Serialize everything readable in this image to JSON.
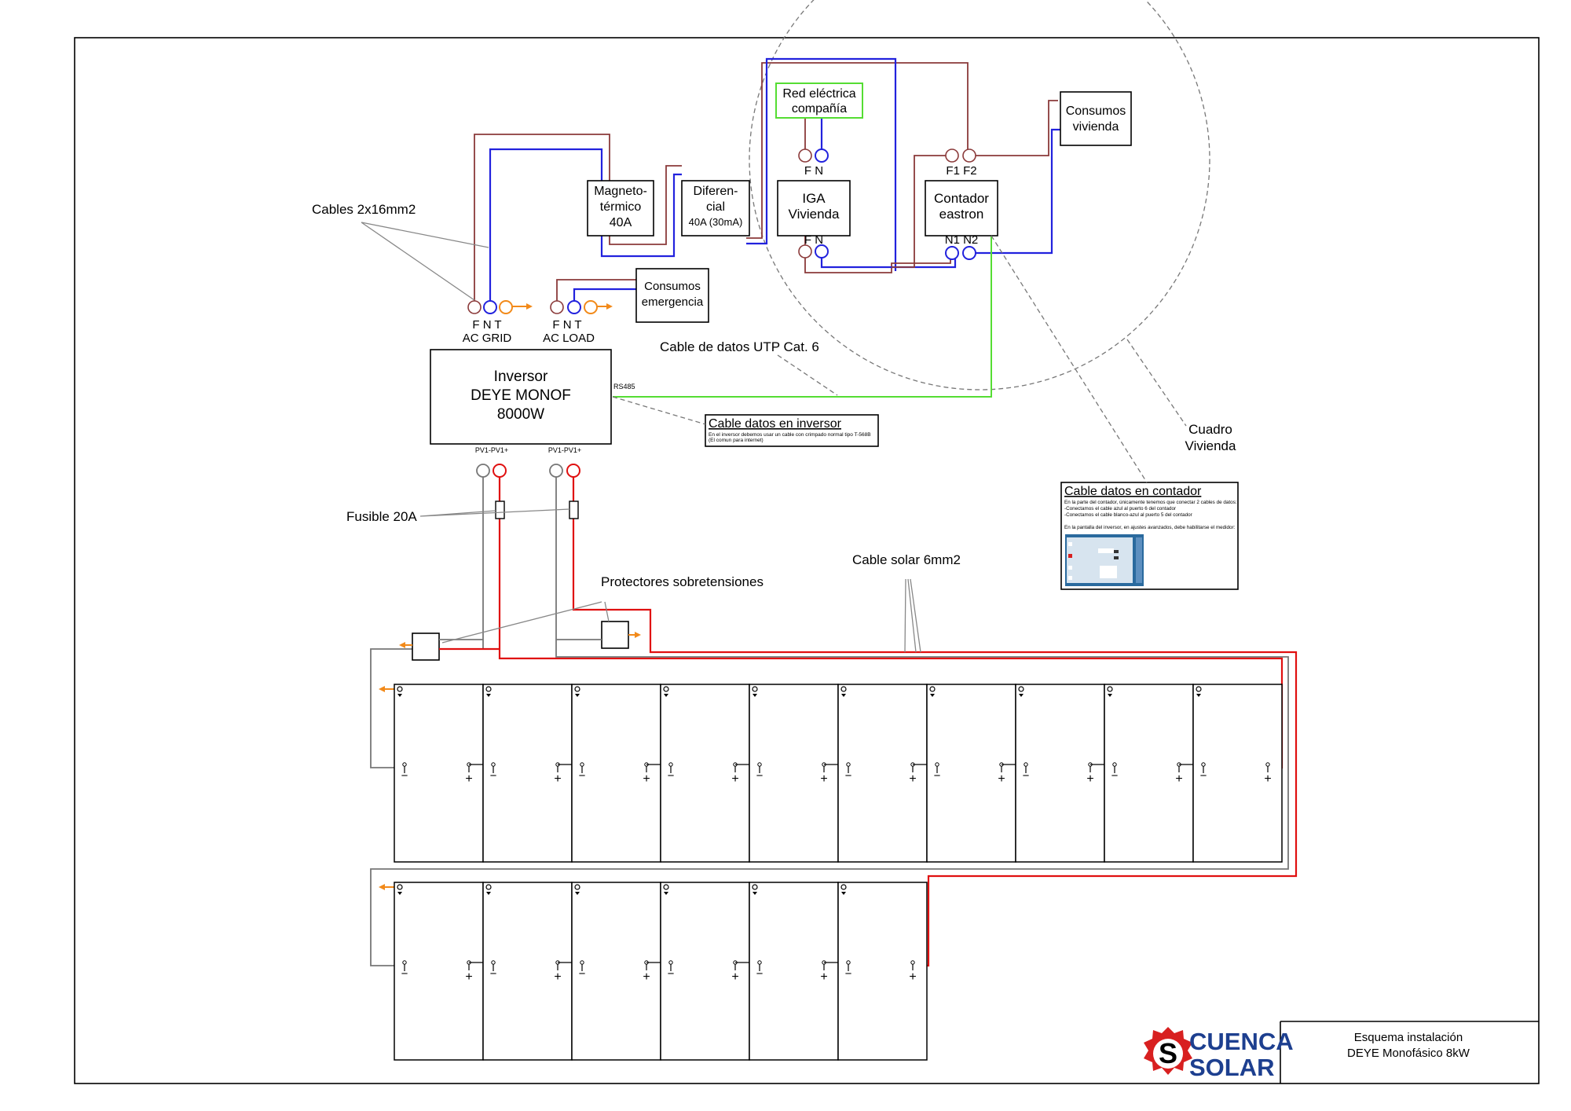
{
  "labels": {
    "cables_2x16": "Cables 2x16mm2",
    "magneto_l1": "Magneto-",
    "magneto_l2": "térmico",
    "magneto_l3": "40A",
    "diferencial_l1": "Diferen-",
    "diferencial_l2": "cial",
    "diferencial_l3": "40A (30mA)",
    "red_l1": "Red eléctrica",
    "red_l2": "compañía",
    "consumos_viv_l1": "Consumos",
    "consumos_viv_l2": "vivienda",
    "iga_l1": "IGA",
    "iga_l2": "Vivienda",
    "contador_l1": "Contador",
    "contador_l2": "eastron",
    "consumos_em_l1": "Consumos",
    "consumos_em_l2": "emergencia",
    "fn": "F N",
    "fnt": "F N   T",
    "f1f2": "F1 F2",
    "n1n2": "N1 N2",
    "ac_grid": "AC GRID",
    "ac_load": "AC LOAD",
    "cable_utp": "Cable de datos UTP Cat. 6",
    "inversor_l1": "Inversor",
    "inversor_l2": "DEYE MONOF",
    "inversor_l3": "8000W",
    "rs485": "RS485",
    "cable_datos_inversor": "Cable datos en inversor",
    "cable_datos_inversor_note1": "En el inversor debemos usar un cable con crimpado normal tipo T-568B",
    "cable_datos_inversor_note2": "(El comun para internet)",
    "cuadro_l1": "Cuadro",
    "cuadro_l2": "Vivienda",
    "cable_datos_contador": "Cable datos en contador",
    "contador_note1": "En la parte del contador, únicamente tenemos que conectar 2 cables de datos:",
    "contador_note2": "-Conectamos el cable azul al puerto 6 del contador",
    "contador_note3": "-Conectamos el cable blanco-azul al puerto 5 del contador",
    "contador_note4": "En la pantalla del inversor, en ajustes avanzados, debe habilitarse el medidor:",
    "pv_label": "PV1-PV1+",
    "fusible": "Fusible 20A",
    "cable_solar": "Cable solar 6mm2",
    "protectores": "Protectores sobretensiones",
    "minus": "−",
    "plus": "+"
  },
  "title_block": {
    "brand_l1": "CUENCA",
    "brand_l2": "SOLAR",
    "title_l1": "Esquema instalación",
    "title_l2": "DEYE Monofásico 8kW"
  },
  "strings": {
    "top_row_panels": 10,
    "bottom_row_panels": 6
  },
  "colors": {
    "phase": "#8b3a3a",
    "neutral": "#2222dd",
    "earth": "#f28a1a",
    "dc_positive": "#e01010",
    "dc_negative": "#777777",
    "data": "#55dd33",
    "brand_red": "#d82020",
    "brand_blue": "#1d3f8f"
  }
}
